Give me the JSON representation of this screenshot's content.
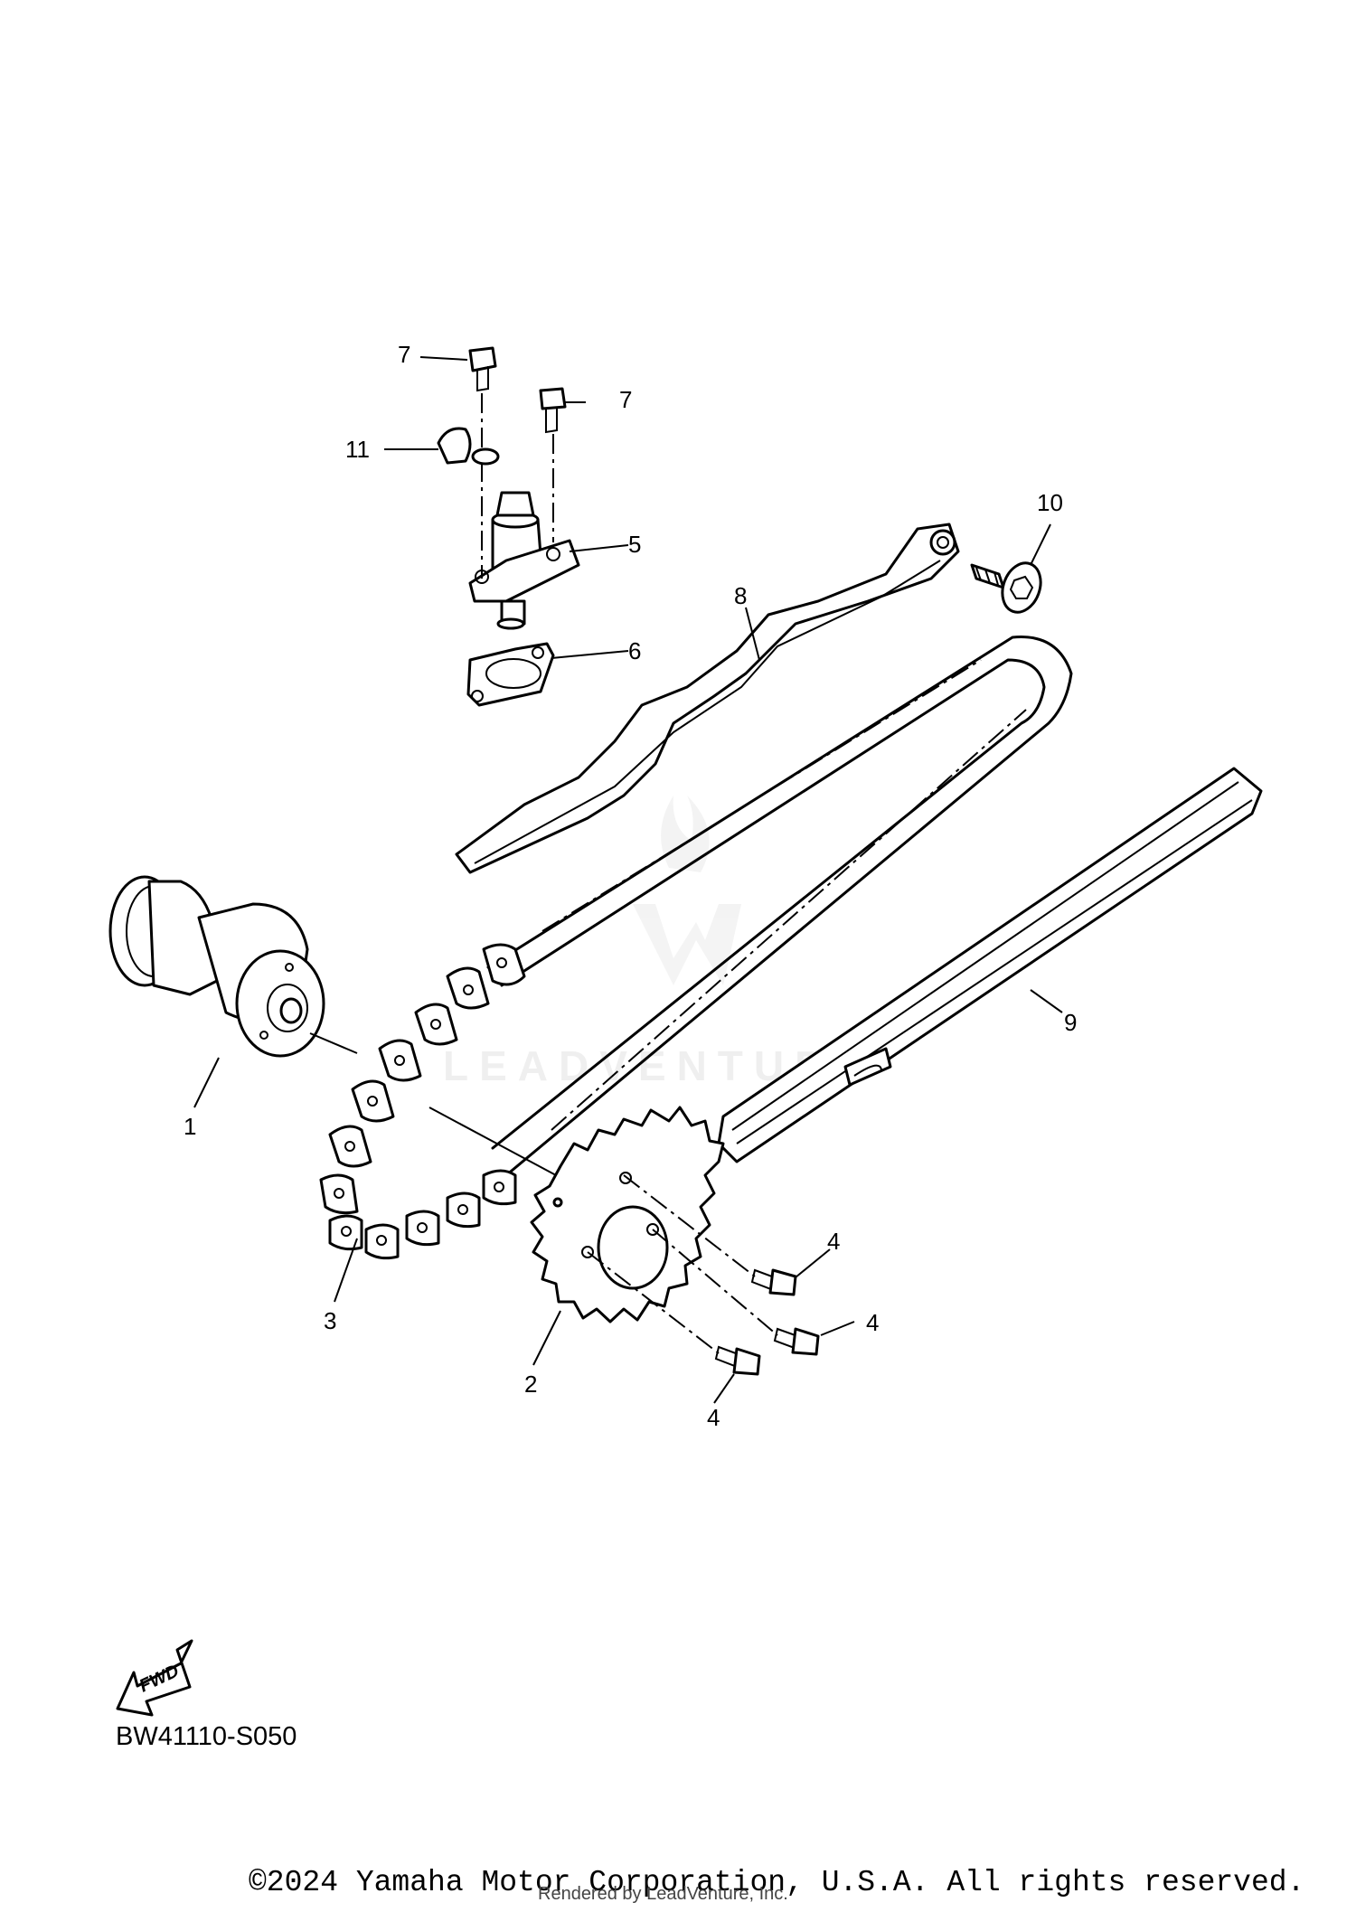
{
  "diagram": {
    "code": "BW41110-S050",
    "copyright": "©2024 Yamaha Motor Corporation, U.S.A. All rights reserved.",
    "rendered_by": "Rendered by LeadVenture, Inc.",
    "watermark": "LEADVENTURE",
    "fwd_label": "FWD",
    "callouts": {
      "c1": "1",
      "c2": "2",
      "c3": "3",
      "c4a": "4",
      "c4b": "4",
      "c4c": "4",
      "c5": "5",
      "c6": "6",
      "c7a": "7",
      "c7b": "7",
      "c8": "8",
      "c9": "9",
      "c10": "10",
      "c11": "11"
    }
  }
}
